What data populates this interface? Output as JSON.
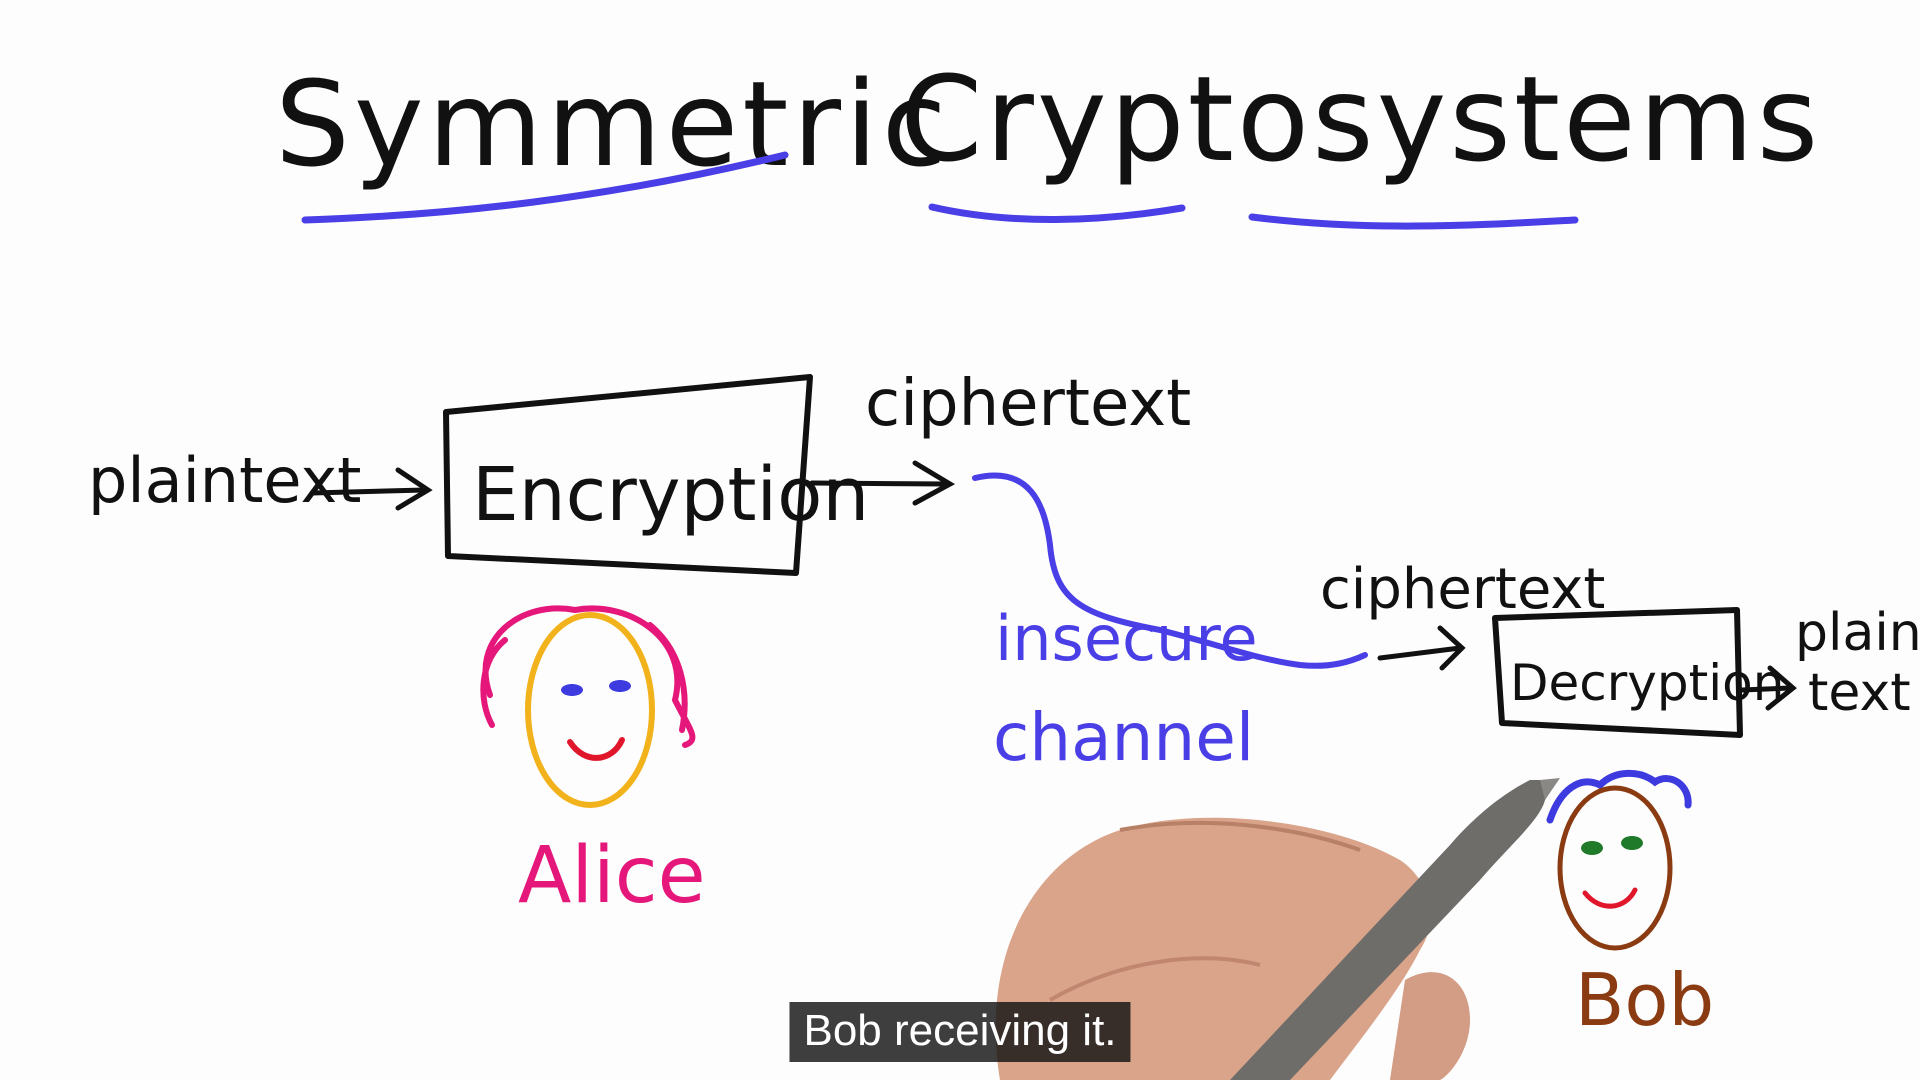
{
  "title": {
    "word1": "Symmetric",
    "word2": "Cryptosystems"
  },
  "labels": {
    "plaintext_in": "plaintext",
    "encryption": "Encryption",
    "ciphertext_top": "ciphertext",
    "channel_line1": "insecure",
    "channel_line2": "channel",
    "ciphertext_right": "ciphertext",
    "decryption": "Decryption",
    "plaintext_out_line1": "plain",
    "plaintext_out_line2": "text",
    "alice": "Alice",
    "bob": "Bob"
  },
  "caption": "Bob receiving it.",
  "colors": {
    "ink": "#111111",
    "underline": "#4a3fe6",
    "channel": "#4a3fe6",
    "alice": "#e5177a",
    "alice_face": "#f2b21c",
    "alice_smile": "#e0162b",
    "bob": "#8a3b12",
    "bob_hair": "#3d3ae0",
    "bob_eyes": "#1f7a2a",
    "bob_smile": "#e0162b"
  }
}
